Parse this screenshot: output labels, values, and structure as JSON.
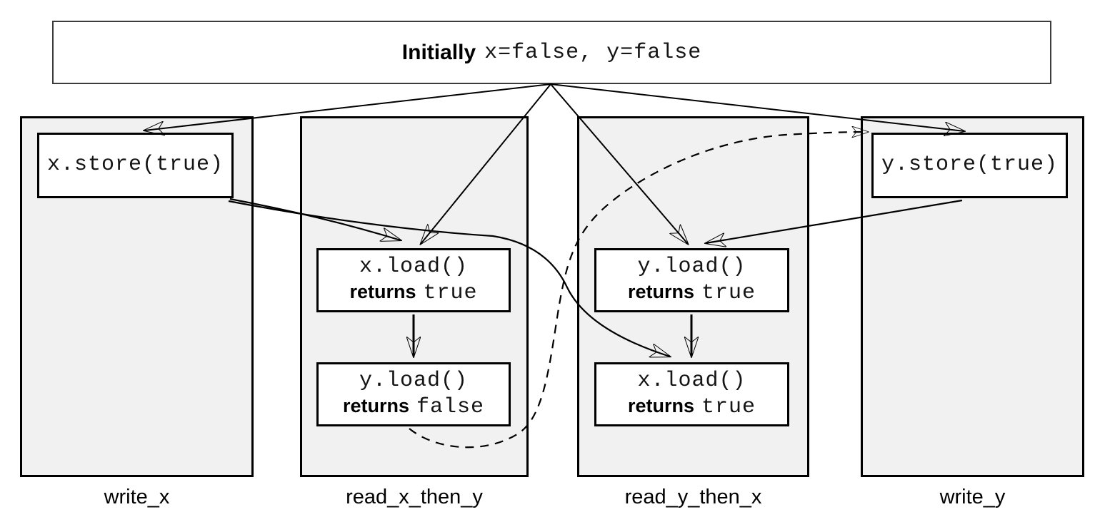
{
  "colors": {
    "background": "#ffffff",
    "thread_fill": "#f1f1f1",
    "box_border": "#000000",
    "initial_box_border": "#3c3c3c",
    "line": "#000000"
  },
  "initial_box": {
    "label_bold": "Initially",
    "label_code": "x=false, y=false"
  },
  "threads": [
    {
      "label": "write_x",
      "ops": [
        {
          "code": "x.store(true)"
        }
      ]
    },
    {
      "label": "read_x_then_y",
      "ops": [
        {
          "code": "x.load()",
          "ret_word": "returns",
          "ret_value": "true"
        },
        {
          "code": "y.load()",
          "ret_word": "returns",
          "ret_value": "false"
        }
      ]
    },
    {
      "label": "read_y_then_x",
      "ops": [
        {
          "code": "y.load()",
          "ret_word": "returns",
          "ret_value": "true"
        },
        {
          "code": "x.load()",
          "ret_word": "returns",
          "ret_value": "true"
        }
      ]
    },
    {
      "label": "write_y",
      "ops": [
        {
          "code": "y.store(true)"
        }
      ]
    }
  ],
  "edges": [
    {
      "from": "initial-state",
      "to": "x.store(true)",
      "style": "solid"
    },
    {
      "from": "initial-state",
      "to": "x.load() returns true (read_x_then_y)",
      "style": "solid"
    },
    {
      "from": "initial-state",
      "to": "y.load() returns true (read_y_then_x)",
      "style": "solid"
    },
    {
      "from": "initial-state",
      "to": "y.store(true)",
      "style": "solid"
    },
    {
      "from": "x.store(true)",
      "to": "x.load() returns true (read_x_then_y)",
      "style": "solid"
    },
    {
      "from": "x.store(true)",
      "to": "x.load() returns true (read_y_then_x)",
      "style": "solid"
    },
    {
      "from": "y.store(true)",
      "to": "y.load() returns true (read_y_then_x)",
      "style": "solid"
    },
    {
      "from": "x.load() returns true (read_x_then_y)",
      "to": "y.load() returns false (read_x_then_y)",
      "style": "solid"
    },
    {
      "from": "y.load() returns true (read_y_then_x)",
      "to": "x.load() returns true (read_y_then_x)",
      "style": "solid"
    },
    {
      "from": "y.load() returns false (read_x_then_y)",
      "to": "y.store(true)",
      "style": "dashed"
    }
  ]
}
